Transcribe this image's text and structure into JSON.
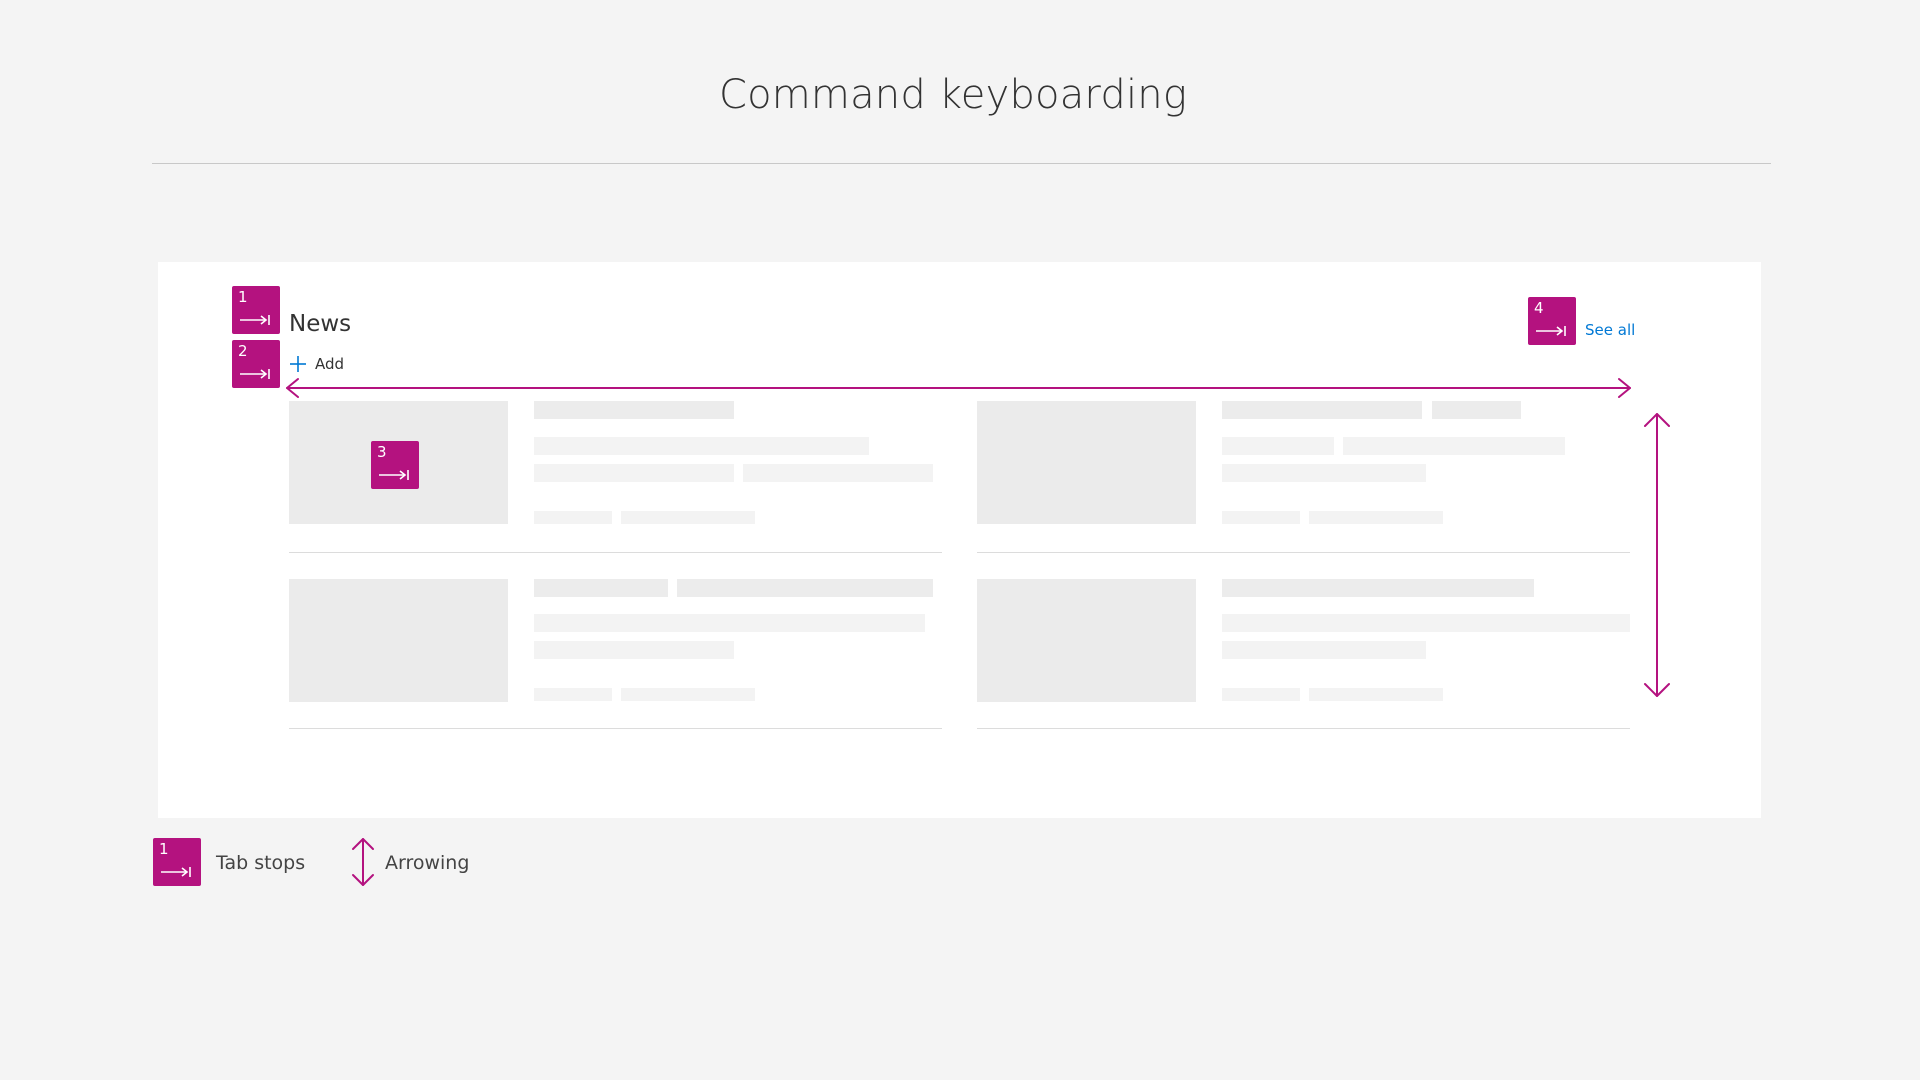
{
  "title": "Command keyboarding",
  "webpart": {
    "title": "News",
    "add_label": "Add",
    "see_all_label": "See all"
  },
  "tab_stops": [
    "1",
    "2",
    "3",
    "4"
  ],
  "legend": {
    "badge_number": "1",
    "tab_stops_label": "Tab stops",
    "arrowing_label": "Arrowing"
  },
  "colors": {
    "accent_magenta": "#b4127f",
    "link_blue": "#0078d4",
    "placeholder_gray": "#ececec",
    "panel_white": "#ffffff",
    "background": "#f4f4f4"
  },
  "icons": {
    "tab_stop": "tab-key-icon",
    "add": "plus-icon",
    "horizontal_arrow": "double-arrow-horizontal-icon",
    "vertical_arrow": "double-arrow-vertical-icon"
  }
}
